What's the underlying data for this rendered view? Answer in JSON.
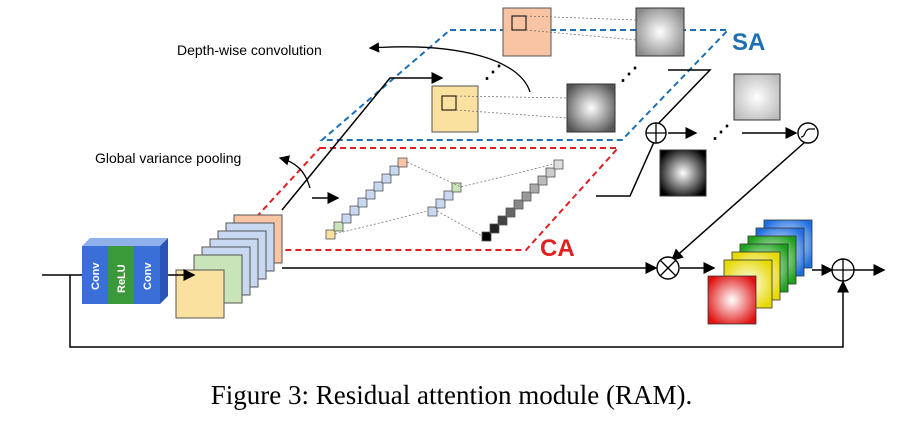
{
  "labels": {
    "depthwise": "Depth-wise convolution",
    "gvp": "Global variance pooling",
    "sa": "SA",
    "ca": "CA"
  },
  "blocks": {
    "conv1": "Conv",
    "relu": "ReLU",
    "conv2": "Conv"
  },
  "caption": "Figure 3: Residual attention module (RAM).",
  "colors": {
    "sa_box": "#1f6fb5",
    "ca_box": "#e02020",
    "conv_block": "#3a6fd8",
    "relu_block": "#3a9a3a"
  }
}
